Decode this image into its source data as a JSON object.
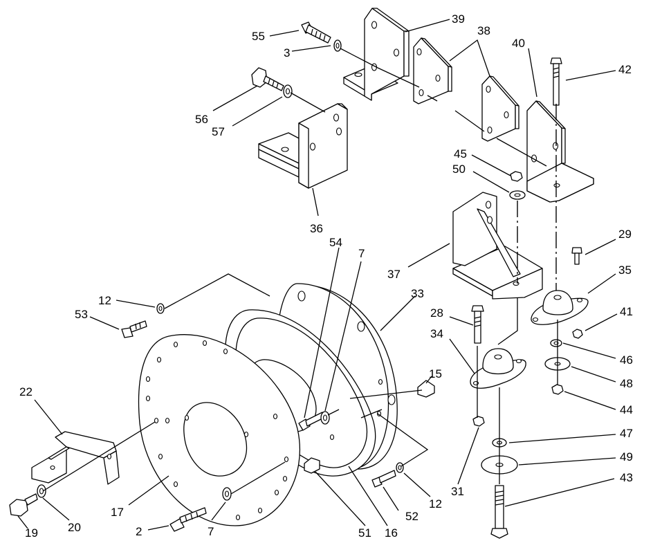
{
  "diagram": {
    "type": "exploded-parts-diagram",
    "callouts": [
      {
        "id": "c55",
        "label": "55"
      },
      {
        "id": "c3",
        "label": "3"
      },
      {
        "id": "c39",
        "label": "39"
      },
      {
        "id": "c38",
        "label": "38"
      },
      {
        "id": "c40",
        "label": "40"
      },
      {
        "id": "c42",
        "label": "42"
      },
      {
        "id": "c56",
        "label": "56"
      },
      {
        "id": "c57",
        "label": "57"
      },
      {
        "id": "c45",
        "label": "45"
      },
      {
        "id": "c50",
        "label": "50"
      },
      {
        "id": "c36",
        "label": "36"
      },
      {
        "id": "c54",
        "label": "54"
      },
      {
        "id": "c7a",
        "label": "7"
      },
      {
        "id": "c29",
        "label": "29"
      },
      {
        "id": "c35",
        "label": "35"
      },
      {
        "id": "c37",
        "label": "37"
      },
      {
        "id": "c12a",
        "label": "12"
      },
      {
        "id": "c33",
        "label": "33"
      },
      {
        "id": "c53",
        "label": "53"
      },
      {
        "id": "c28",
        "label": "28"
      },
      {
        "id": "c41",
        "label": "41"
      },
      {
        "id": "c34",
        "label": "34"
      },
      {
        "id": "c46",
        "label": "46"
      },
      {
        "id": "c15",
        "label": "15"
      },
      {
        "id": "c48",
        "label": "48"
      },
      {
        "id": "c22",
        "label": "22"
      },
      {
        "id": "c44",
        "label": "44"
      },
      {
        "id": "c47",
        "label": "47"
      },
      {
        "id": "c49",
        "label": "49"
      },
      {
        "id": "c43",
        "label": "43"
      },
      {
        "id": "c17",
        "label": "17"
      },
      {
        "id": "c31",
        "label": "31"
      },
      {
        "id": "c52",
        "label": "52"
      },
      {
        "id": "c12b",
        "label": "12"
      },
      {
        "id": "c2",
        "label": "2"
      },
      {
        "id": "c7b",
        "label": "7"
      },
      {
        "id": "c19",
        "label": "19"
      },
      {
        "id": "c20",
        "label": "20"
      },
      {
        "id": "c51",
        "label": "51"
      },
      {
        "id": "c16",
        "label": "16"
      }
    ]
  }
}
